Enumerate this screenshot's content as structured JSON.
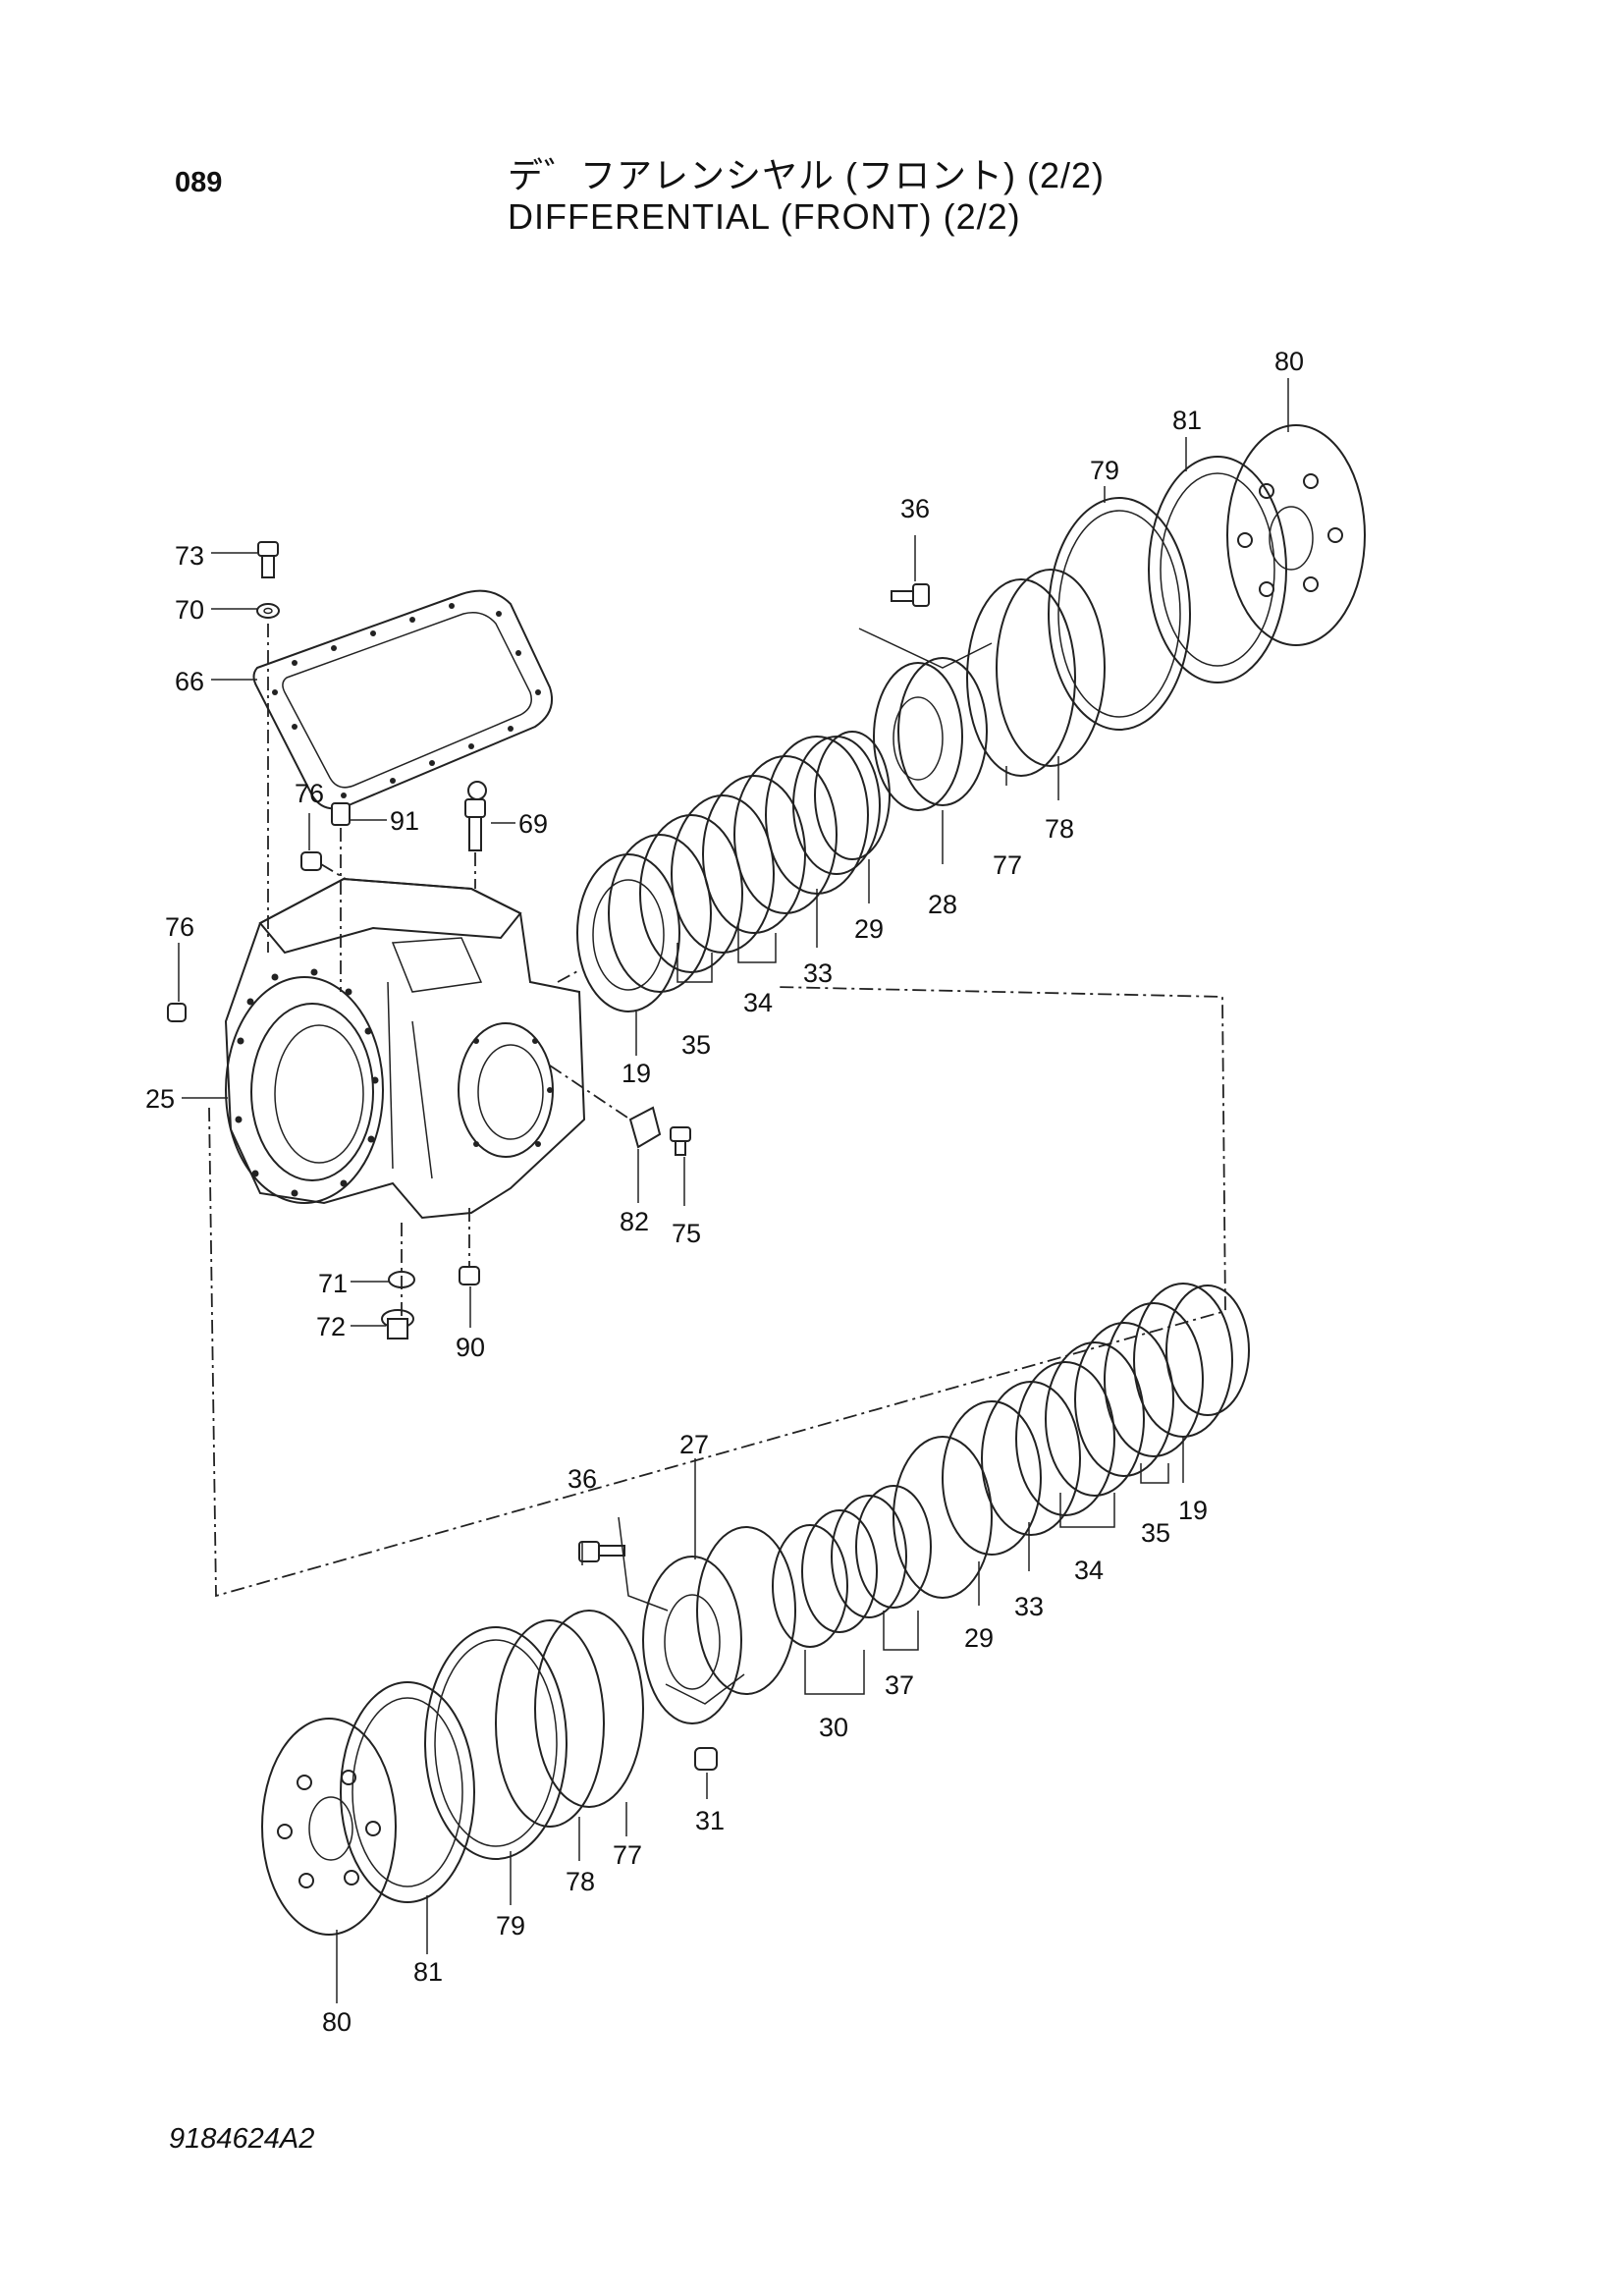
{
  "header": {
    "page_number": "089",
    "title_jp": "デ゛フアレンシヤル (フロント) (2/2)",
    "title_en": "DIFFERENTIAL (FRONT) (2/2)"
  },
  "footer": {
    "drawing_number": "9184624A2"
  },
  "callouts": {
    "c80a": "80",
    "c81a": "81",
    "c79a": "79",
    "c36a": "36",
    "c73": "73",
    "c70": "70",
    "c66": "66",
    "c76a": "76",
    "c91": "91",
    "c69": "69",
    "c76b": "76",
    "c77a": "77",
    "c78a": "78",
    "c28": "28",
    "c29a": "29",
    "c33a": "33",
    "c34a": "34",
    "c35a": "35",
    "c19a": "19",
    "c25": "25",
    "c82": "82",
    "c75": "75",
    "c71": "71",
    "c72": "72",
    "c90": "90",
    "c27": "27",
    "c36b": "36",
    "c19b": "19",
    "c35b": "35",
    "c34b": "34",
    "c33b": "33",
    "c29b": "29",
    "c37": "37",
    "c30": "30",
    "c31": "31",
    "c77b": "77",
    "c78b": "78",
    "c79b": "79",
    "c81b": "81",
    "c80b": "80"
  }
}
